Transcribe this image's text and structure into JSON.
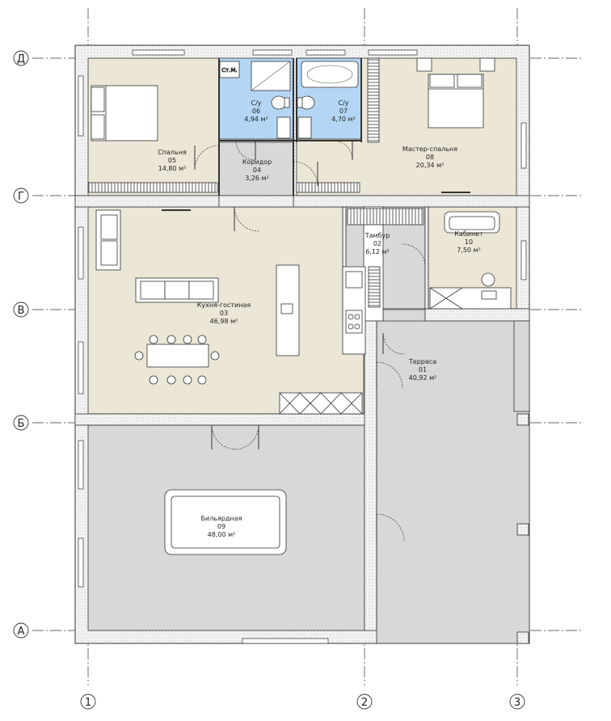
{
  "axes": {
    "horizontal": [
      "Д",
      "Г",
      "В",
      "Б",
      "А"
    ],
    "vertical": [
      "1",
      "2",
      "3"
    ]
  },
  "rooms": [
    {
      "id": "bedroom",
      "name": "Спальня",
      "number": "05",
      "area": "14,80 м²"
    },
    {
      "id": "bath-06",
      "name": "С/у",
      "number": "06",
      "area": "4,94 м²"
    },
    {
      "id": "bath-07",
      "name": "С/у",
      "number": "07",
      "area": "4,70 м²"
    },
    {
      "id": "corridor",
      "name": "Коридор",
      "number": "04",
      "area": "3,26 м²"
    },
    {
      "id": "master-bedroom",
      "name": "Мастер-спальня",
      "number": "08",
      "area": "20,34 м²"
    },
    {
      "id": "vestibule",
      "name": "Тамбур",
      "number": "02",
      "area": "6,12 м²"
    },
    {
      "id": "study",
      "name": "Кабинет",
      "number": "10",
      "area": "7,50 м²"
    },
    {
      "id": "kitchen-living",
      "name": "Кухня-гостиная",
      "number": "03",
      "area": "46,98 м²"
    },
    {
      "id": "terrace",
      "name": "Терраса",
      "number": "01",
      "area": "40,92 м²"
    },
    {
      "id": "billiard",
      "name": "Бильярдная",
      "number": "09",
      "area": "48,00 м²"
    }
  ],
  "labels": {
    "washer": "Ст.М."
  },
  "colors": {
    "wet_zone": "#b4d6f4",
    "living_zone": "#ebe6d6",
    "gray_zone": "#d8d8d8",
    "wall": "#f4f4f4",
    "line": "#2a2a2a"
  }
}
